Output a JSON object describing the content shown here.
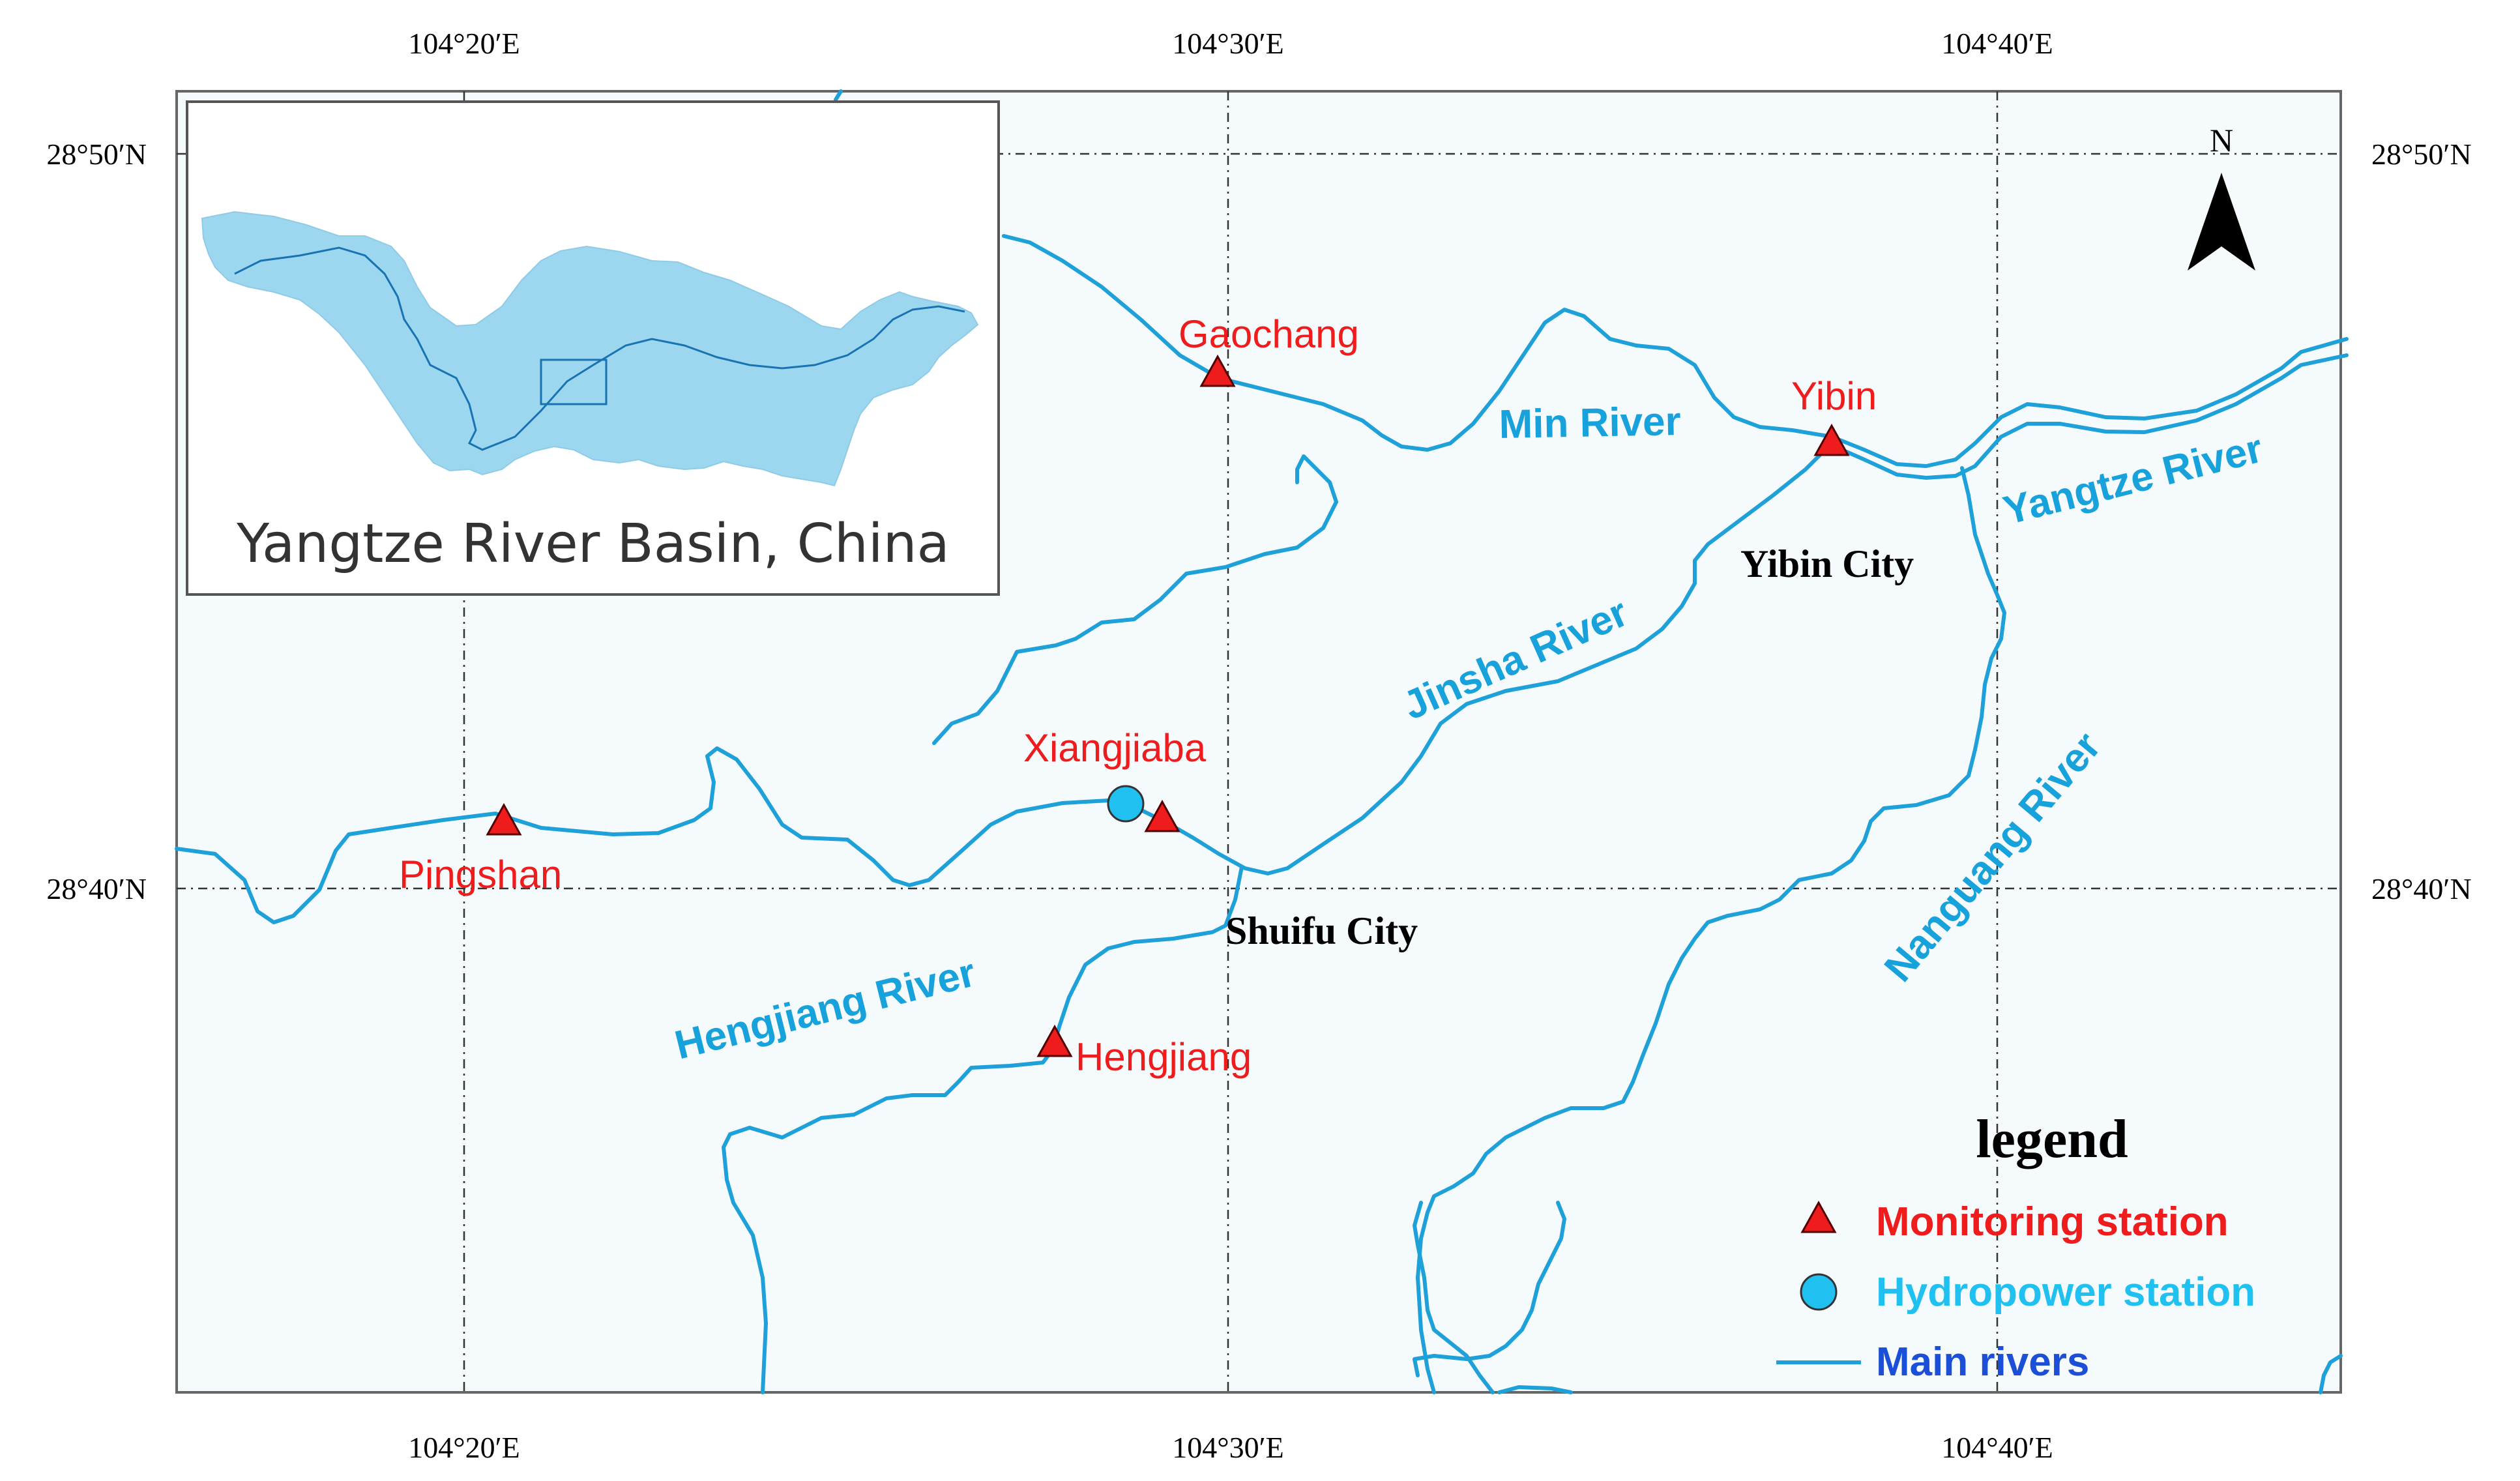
{
  "map": {
    "lon_labels": [
      "104°20′E",
      "104°30′E",
      "104°40′E"
    ],
    "lat_labels": [
      "28°50′N",
      "28°40′N"
    ],
    "north_label": "N",
    "inset_title": "Yangtze River Basin, China",
    "cities": [
      "Yibin City",
      "Shuifu City"
    ],
    "stations": [
      "Gaochang",
      "Yibin",
      "Xiangjiaba",
      "Pingshan",
      "Hengjiang"
    ],
    "rivers": [
      "Min River",
      "Yangtze River",
      "Jinsha River",
      "Nanguang River",
      "Hengjiang River"
    ],
    "legend": {
      "title": "legend",
      "monitoring": "Monitoring station",
      "hydropower": "Hydropower station",
      "rivers": "Main rivers"
    },
    "colors": {
      "river": "#1ea0d8",
      "station": "#ee1c1c",
      "hydropower": "#20c0f0",
      "legend_monitoring": "#ee1c1c",
      "legend_hydropower": "#20c0f0",
      "legend_rivers": "#1b4fd8",
      "map_bg": "#f5fafc",
      "inset_basin": "#9cd7ef"
    }
  }
}
